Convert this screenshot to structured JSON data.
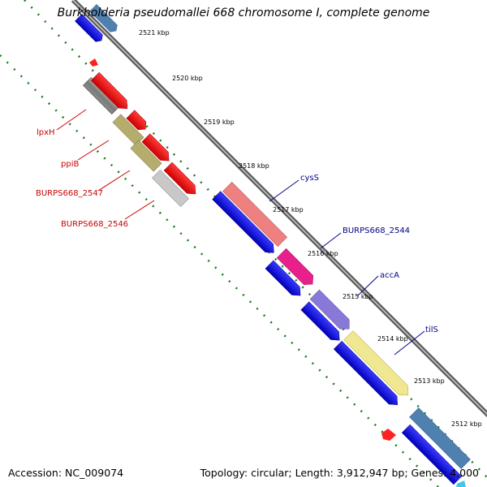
{
  "title": "Burkholderia pseudomallei 668 chromosome I, complete genome",
  "footer": {
    "accession": "Accession: NC_009074",
    "topology": "Topology: circular; Length: 3,912,947 bp; Genes: 4,000"
  },
  "tick_labels": [
    "2521 kbp",
    "2520 kbp",
    "2519 kbp",
    "2518 kbp",
    "2517 kbp",
    "2516 kbp",
    "2515 kbp",
    "2514 kbp",
    "2513 kbp",
    "2512 kbp"
  ],
  "gene_labels": {
    "lpxH": "lpxH",
    "ppiB": "ppiB",
    "burps2547": "BURPS668_2547",
    "burps2546": "BURPS668_2546",
    "cysS": "cysS",
    "burps2544": "BURPS668_2544",
    "accA": "accA",
    "tilS": "tilS"
  },
  "colors": {
    "backbone": "#808080",
    "tick_dots": "#1a7a1a",
    "cds_blue": "#0000ee",
    "red_gene": "#ff0000",
    "reverse_label": "#cc0000",
    "forward_label": "#00008b",
    "lpxH": "#606060",
    "ppiB": "#b5ad6e",
    "burps2547": "#b5ad6e",
    "burps2546": "#c8c8c8",
    "cysS": "#ef8080",
    "burps2544": "#e8208c",
    "accA": "#8878d8",
    "tilS": "#f0e890",
    "steelblue": "#5080b0"
  }
}
